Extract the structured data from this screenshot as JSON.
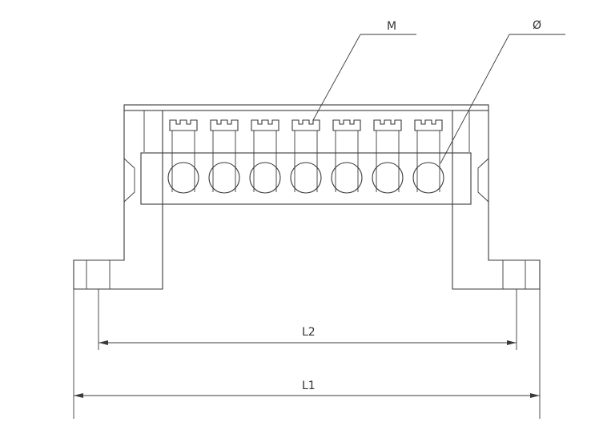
{
  "labels": {
    "screw": "M",
    "hole": "Ø",
    "inner_length": "L2",
    "overall_length": "L1"
  },
  "terminal_count": 7,
  "colors": {
    "line": "#3a3a3a",
    "text": "#333333",
    "background": "#ffffff"
  }
}
